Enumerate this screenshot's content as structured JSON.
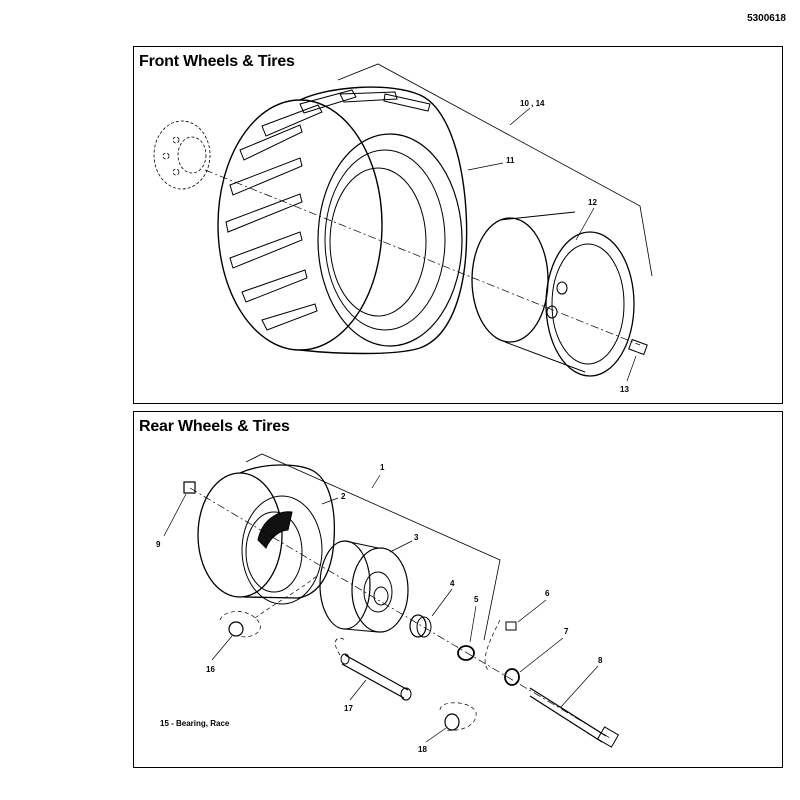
{
  "document_number": "5300618",
  "front": {
    "title": "Front Wheels & Tires",
    "callouts": {
      "c10_14": "10 , 14",
      "c11": "11",
      "c12": "12",
      "c13": "13"
    }
  },
  "rear": {
    "title": "Rear Wheels & Tires",
    "callouts": {
      "c1": "1",
      "c2": "2",
      "c3": "3",
      "c4": "4",
      "c5": "5",
      "c6": "6",
      "c7": "7",
      "c8": "8",
      "c9": "9",
      "c16": "16",
      "c17": "17",
      "c18": "18"
    },
    "note": "15 - Bearing, Race"
  }
}
